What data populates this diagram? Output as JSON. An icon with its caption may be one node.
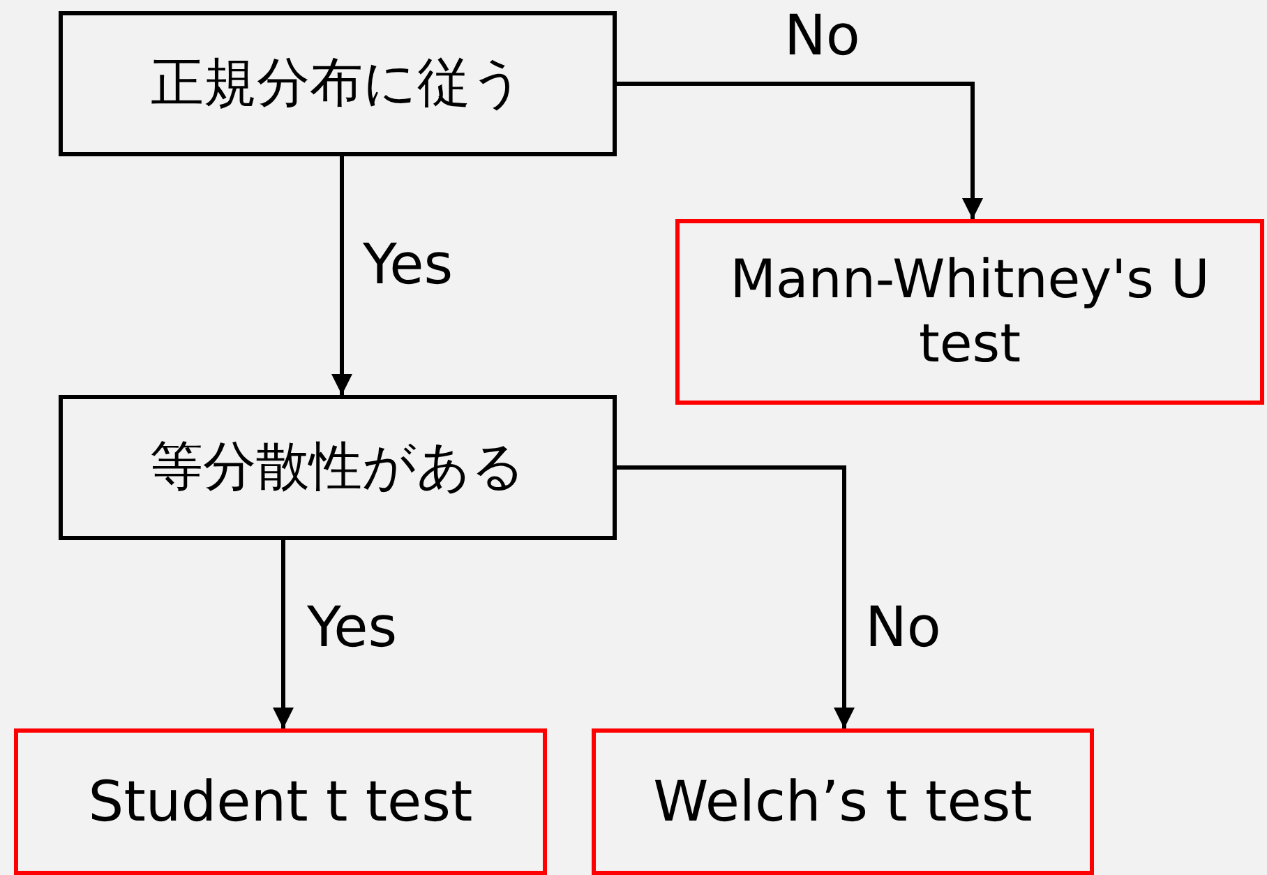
{
  "diagram": {
    "nodes": [
      {
        "text": [
          "正規分布に従う"
        ]
      },
      {
        "text": [
          "Mann-Whitney's U test"
        ]
      },
      {
        "text": [
          "等分散性がある"
        ]
      },
      {
        "text": [
          "Student t test"
        ]
      },
      {
        "text": [
          "Welch’s t test"
        ]
      }
    ],
    "edges": [
      {
        "from": 0,
        "to": 1,
        "arrow": "to",
        "label": "No"
      },
      {
        "from": 0,
        "to": 2,
        "arrow": "to",
        "label": "Yes"
      },
      {
        "from": 2,
        "to": 3,
        "arrow": "to",
        "label": "Yes"
      },
      {
        "from": 2,
        "to": 4,
        "arrow": "to",
        "label": "No"
      }
    ]
  }
}
